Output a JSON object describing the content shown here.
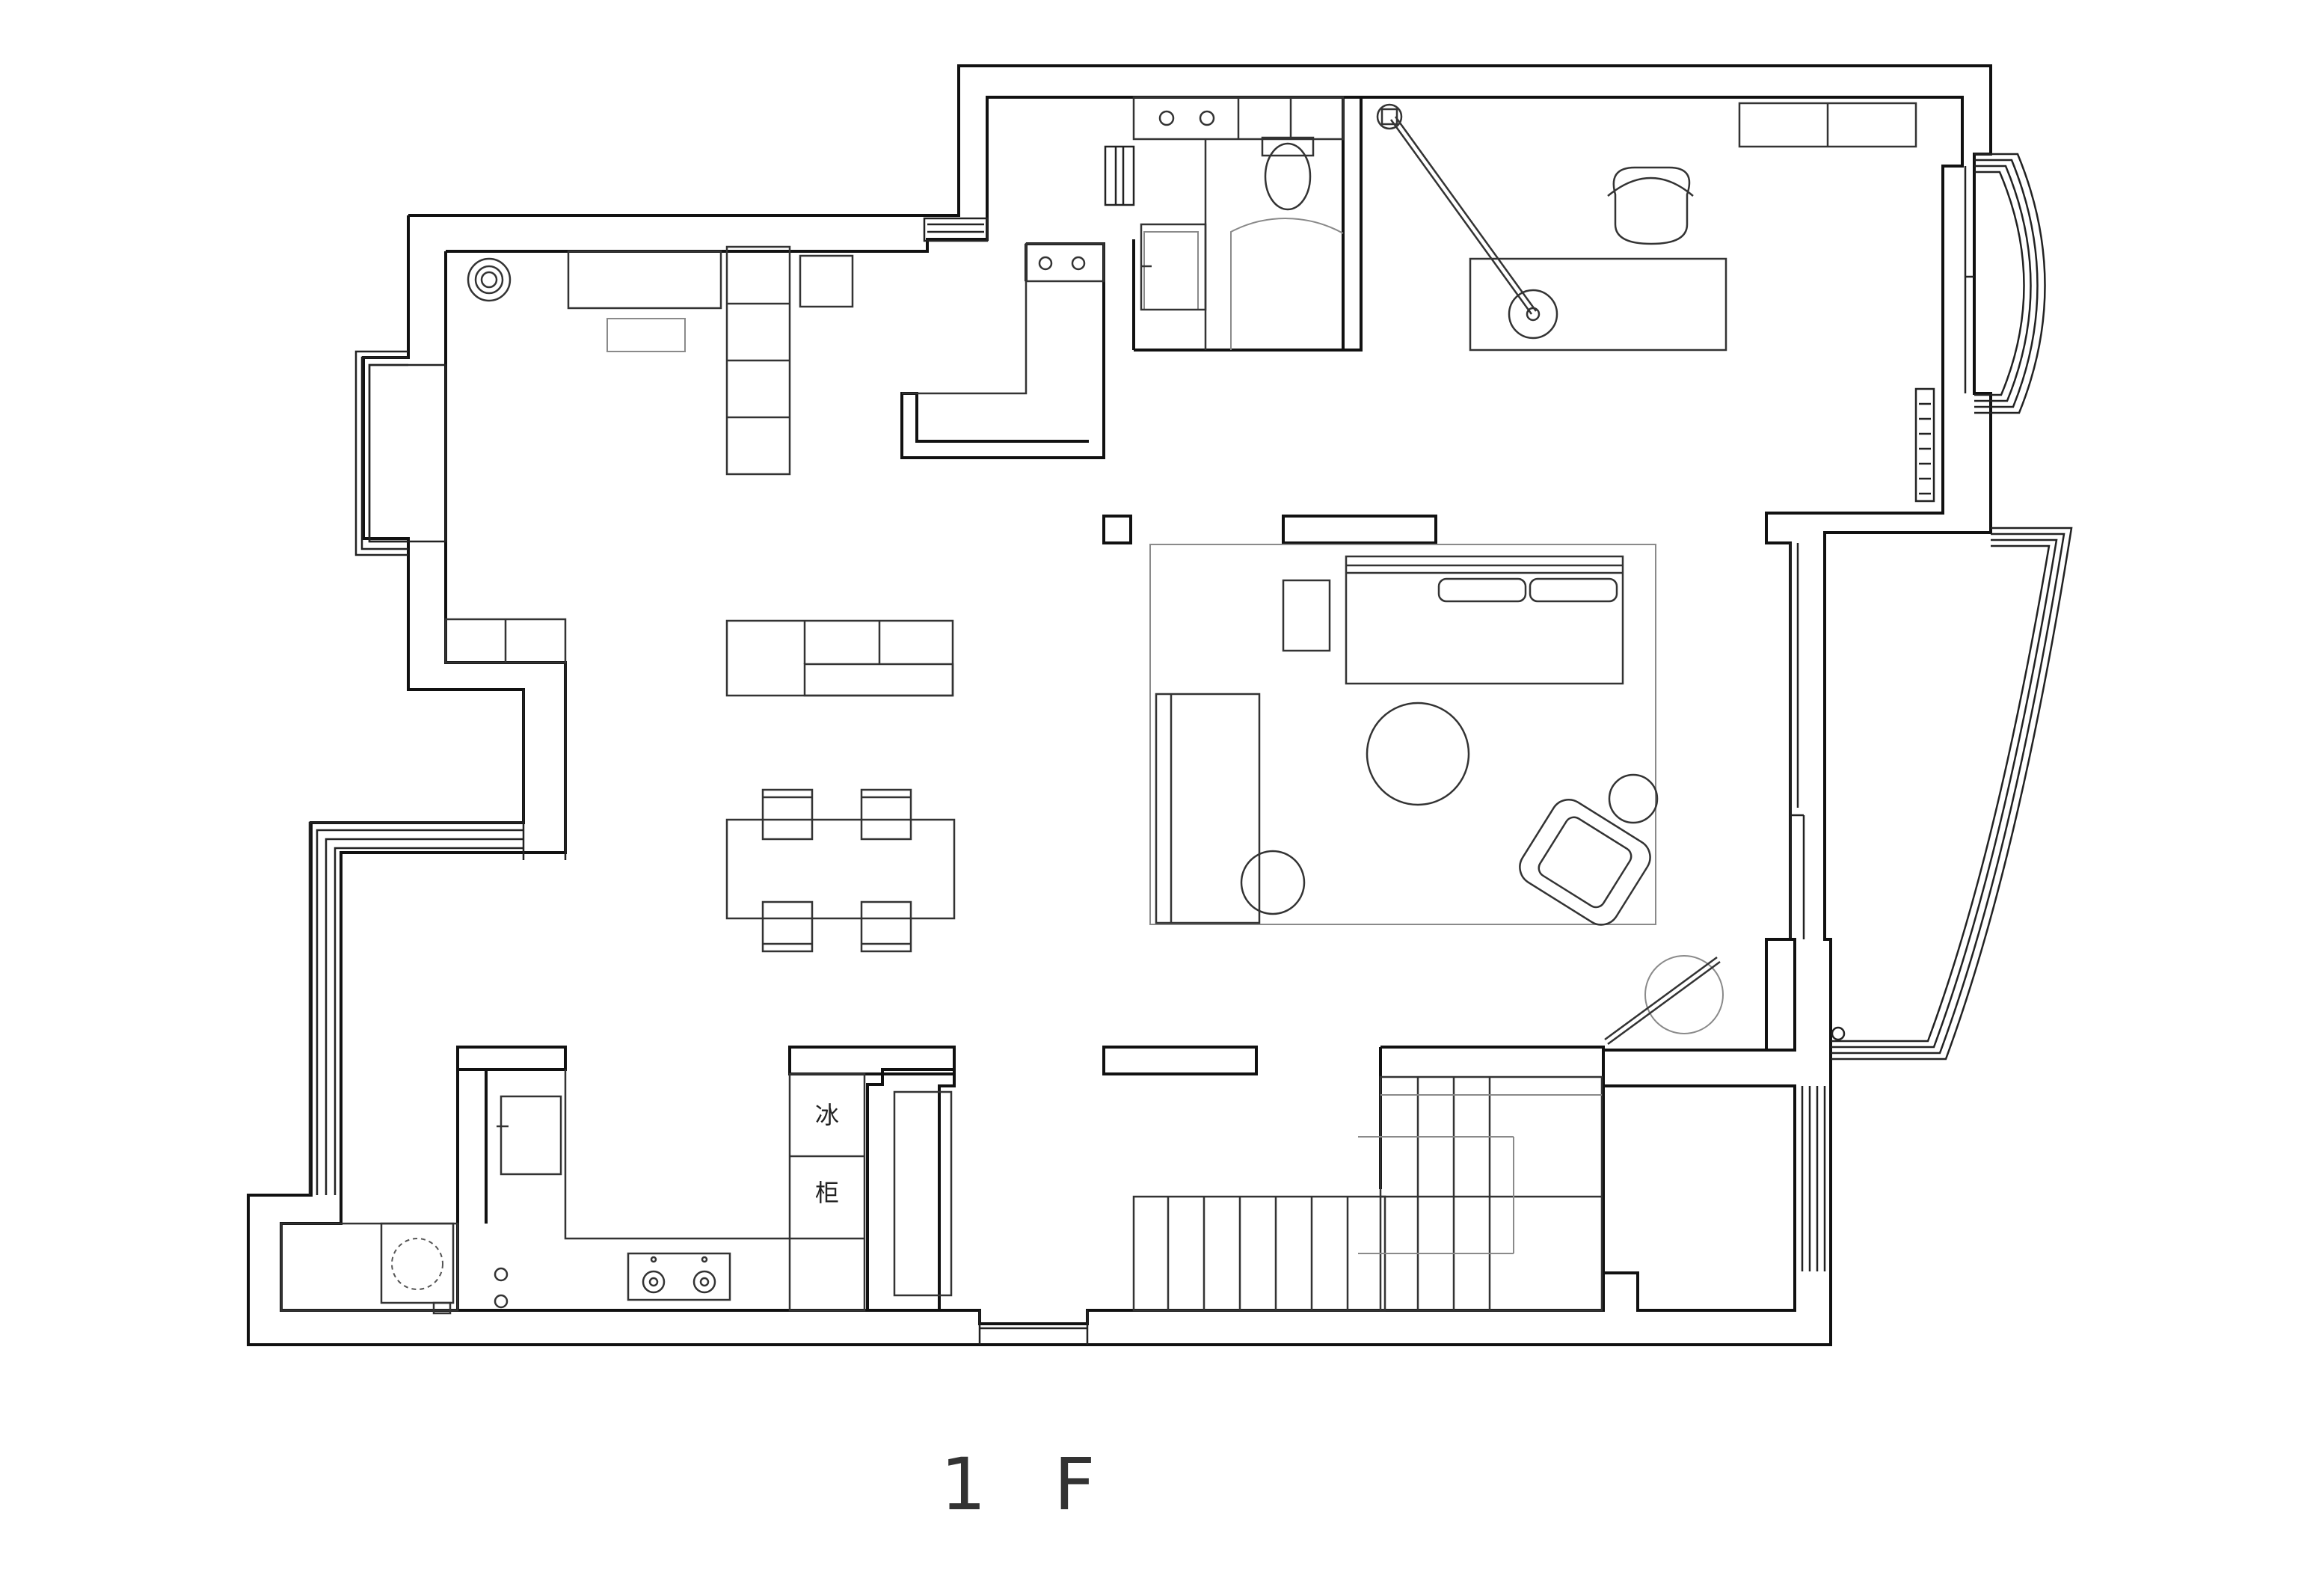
{
  "plan": {
    "floor_label": "1 F",
    "fridge_label_top": "冰",
    "fridge_label_bottom": "柜"
  },
  "colors": {
    "background": "#ffffff",
    "wall": "#111111",
    "furniture": "#333333",
    "light_line": "#8a8a8a"
  }
}
